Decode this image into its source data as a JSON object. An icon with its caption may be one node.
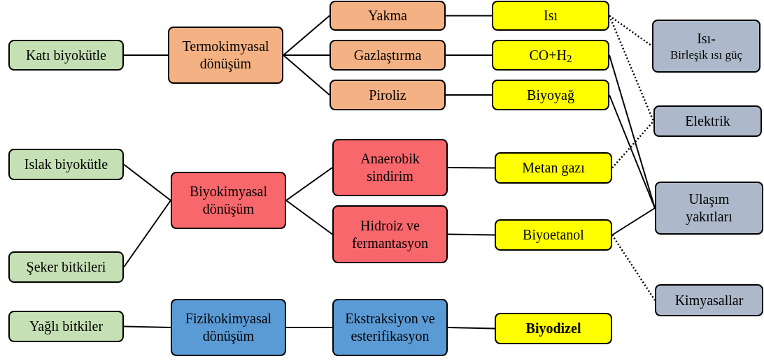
{
  "diagram": {
    "nodes": [
      {
        "text": [
          "Katı biyokütle"
        ]
      },
      {
        "text": [
          "Termokimyasal dönüşüm"
        ]
      },
      {
        "text": [
          "Yakma"
        ]
      },
      {
        "text": [
          "Gazlaştırma"
        ]
      },
      {
        "text": [
          "Piroliz"
        ]
      },
      {
        "text": [
          "Isı"
        ]
      },
      {
        "text": [
          "CO+H$_{2}$"
        ]
      },
      {
        "text": [
          "Biyoyağ"
        ]
      },
      {
        "text": [
          "Isı-",
          "Birleşik ısı güç"
        ]
      },
      {
        "text": [
          "Elektrik"
        ]
      },
      {
        "text": [
          "Islak biyokütle"
        ]
      },
      {
        "text": [
          "Biyokimyasal dönüşüm"
        ]
      },
      {
        "text": [
          "Anaerobik sindirim"
        ]
      },
      {
        "text": [
          "Hidroiz ve fermantasyon"
        ]
      },
      {
        "text": [
          "Metan gazı"
        ]
      },
      {
        "text": [
          "Biyoetanol"
        ]
      },
      {
        "text": [
          "Ulaşım yakıtları"
        ]
      },
      {
        "text": [
          "Şeker bitkileri"
        ]
      },
      {
        "text": [
          "Kimyasallar"
        ]
      },
      {
        "text": [
          "Yağlı bitkiler"
        ]
      },
      {
        "text": [
          "Fizikokimyasal dönüşüm"
        ]
      },
      {
        "text": [
          "Ekstraksiyon ve esterifikasyon"
        ]
      },
      {
        "text": [
          "Biyodizel"
        ]
      }
    ],
    "edges": [
      {
        "from": 0,
        "to": 1,
        "arrow": "none"
      },
      {
        "from": 1,
        "to": 2,
        "arrow": "none"
      },
      {
        "from": 1,
        "to": 3,
        "arrow": "none"
      },
      {
        "from": 1,
        "to": 4,
        "arrow": "none"
      },
      {
        "from": 2,
        "to": 5,
        "arrow": "none"
      },
      {
        "from": 3,
        "to": 6,
        "arrow": "none"
      },
      {
        "from": 4,
        "to": 7,
        "arrow": "none"
      },
      {
        "from": 5,
        "to": 8,
        "arrow": "none",
        "style": "dashed"
      },
      {
        "from": 5,
        "to": 9,
        "arrow": "none",
        "style": "dashed"
      },
      {
        "from": 6,
        "to": 16,
        "arrow": "none"
      },
      {
        "from": 7,
        "to": 16,
        "arrow": "none"
      },
      {
        "from": 14,
        "to": 9,
        "arrow": "none",
        "style": "dashed"
      },
      {
        "from": 10,
        "to": 11,
        "arrow": "none"
      },
      {
        "from": 17,
        "to": 11,
        "arrow": "none"
      },
      {
        "from": 11,
        "to": 12,
        "arrow": "none"
      },
      {
        "from": 11,
        "to": 13,
        "arrow": "none"
      },
      {
        "from": 12,
        "to": 14,
        "arrow": "none"
      },
      {
        "from": 13,
        "to": 15,
        "arrow": "none"
      },
      {
        "from": 15,
        "to": 16,
        "arrow": "none"
      },
      {
        "from": 15,
        "to": 18,
        "arrow": "none",
        "style": "dashed"
      },
      {
        "from": 19,
        "to": 20,
        "arrow": "none"
      },
      {
        "from": 20,
        "to": 21,
        "arrow": "none"
      },
      {
        "from": 21,
        "to": 22,
        "arrow": "none"
      }
    ]
  }
}
